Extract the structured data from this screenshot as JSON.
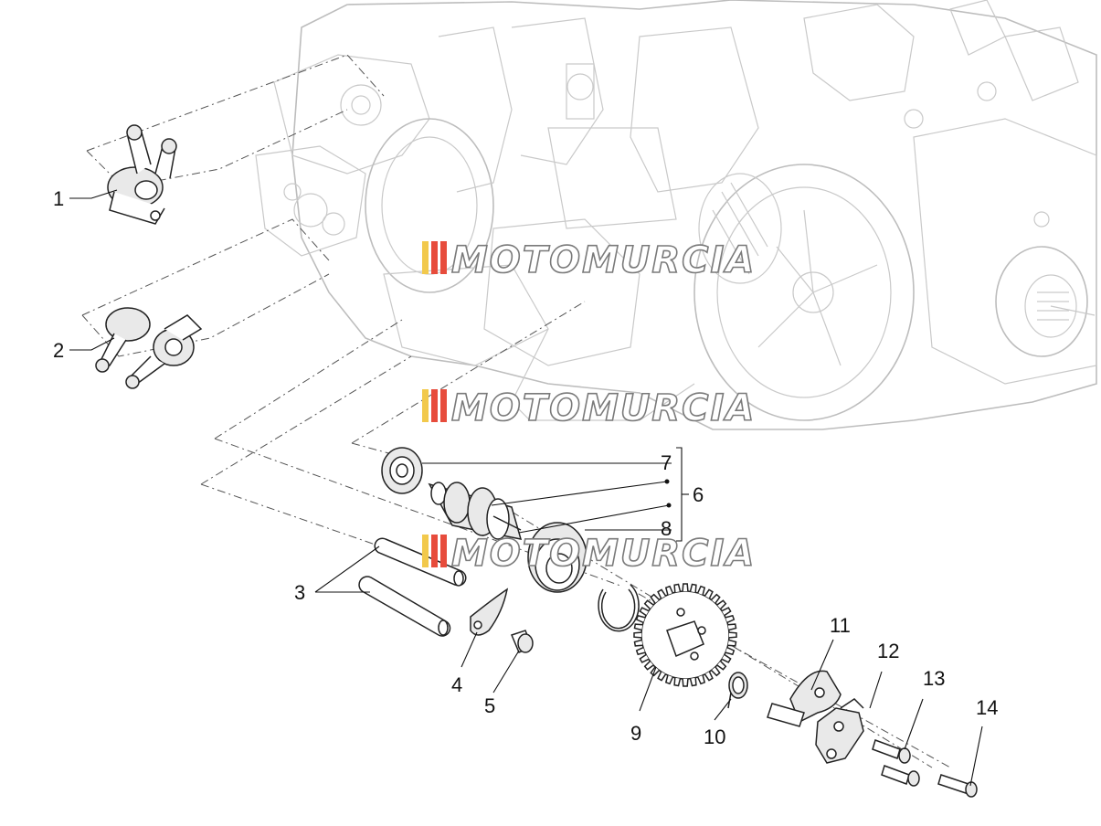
{
  "watermark": {
    "text": "MOTOMURCIA",
    "stripe_colors": [
      "#f2c94c",
      "#e74c3c",
      "#e74c3c"
    ]
  },
  "callouts": [
    {
      "id": "1",
      "label": "1"
    },
    {
      "id": "2",
      "label": "2"
    },
    {
      "id": "3",
      "label": "3"
    },
    {
      "id": "4",
      "label": "4"
    },
    {
      "id": "5",
      "label": "5"
    },
    {
      "id": "6",
      "label": "6"
    },
    {
      "id": "7",
      "label": "7"
    },
    {
      "id": "8",
      "label": "8"
    },
    {
      "id": "9",
      "label": "9"
    },
    {
      "id": "10",
      "label": "10"
    },
    {
      "id": "11",
      "label": "11"
    },
    {
      "id": "12",
      "label": "12"
    },
    {
      "id": "13",
      "label": "13"
    },
    {
      "id": "14",
      "label": "14"
    }
  ],
  "colors": {
    "background": "#ffffff",
    "line_art": "#222222",
    "engine_ghost": "#c9c9c9"
  }
}
